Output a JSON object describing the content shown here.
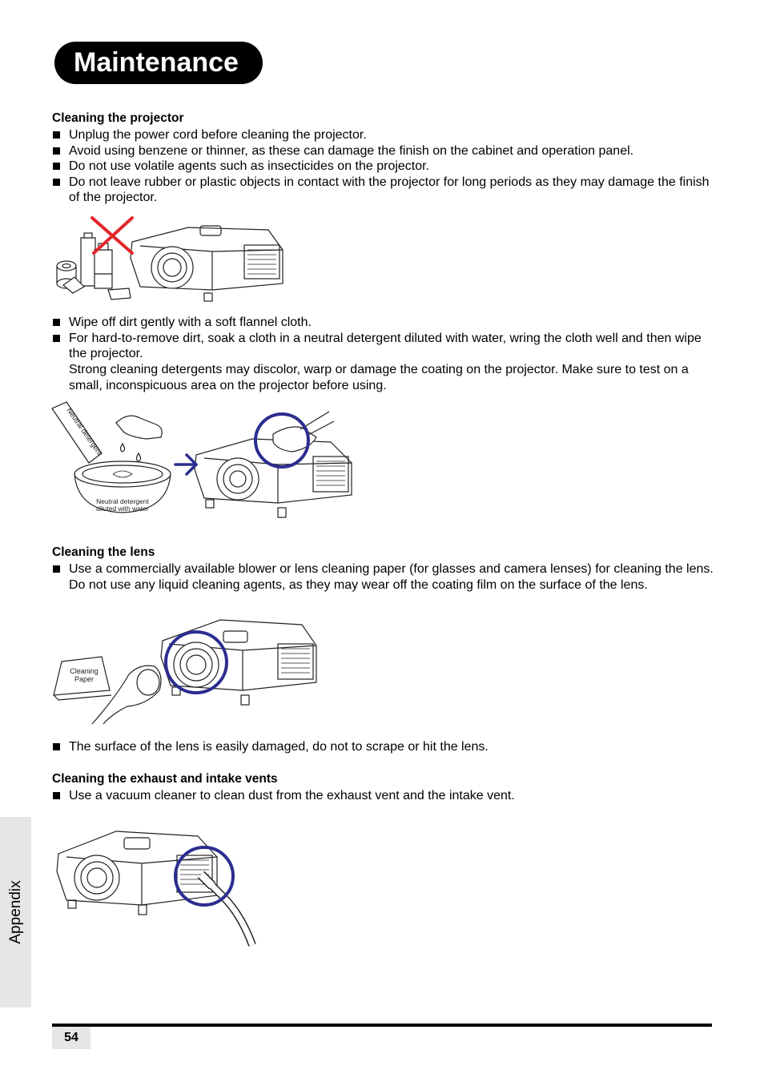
{
  "header": {
    "title": "Maintenance"
  },
  "sections": {
    "projector": {
      "heading": "Cleaning the projector",
      "bullets": [
        "Unplug the power cord before cleaning the projector.",
        "Avoid using benzene or thinner, as these can damage the finish on the cabinet and operation panel.",
        "Do not use volatile agents such as insecticides on the projector.",
        "Do not leave rubber or plastic objects in contact with the projector for long periods as they may damage the finish of the projector."
      ],
      "bullets2": [
        "Wipe off dirt gently with a soft flannel cloth.",
        "For hard-to-remove dirt, soak a cloth in a neutral detergent diluted with water, wring the cloth well and then wipe the projector."
      ],
      "note": "Strong cleaning detergents may discolor, warp or damage the coating on the projector. Make sure to test on a small, inconspicuous area on the projector before using.",
      "figure_labels": {
        "bottle": "Neutral detergent",
        "bowl_line1": "Neutral detergent",
        "bowl_line2": "diluted with water"
      }
    },
    "lens": {
      "heading": "Cleaning the lens",
      "bullets": [
        "Use a commercially available blower or lens cleaning paper (for glasses and camera lenses) for cleaning the lens. Do not use any liquid cleaning agents, as they may wear off the coating film on the surface of the lens."
      ],
      "figure_labels": {
        "paper_line1": "Cleaning",
        "paper_line2": "Paper"
      },
      "bullets2": [
        "The surface of the lens is easily damaged, do not to scrape or hit the lens."
      ]
    },
    "vents": {
      "heading": "Cleaning the exhaust and intake vents",
      "bullets": [
        "Use a vacuum cleaner to clean dust from the exhaust vent and the intake vent."
      ]
    }
  },
  "sidebar": {
    "label": "Appendix"
  },
  "footer": {
    "page_number": "54"
  },
  "colors": {
    "accent_circle": "#2b2d8f",
    "forbid_x": "#e3262b",
    "tab_gray": "#e6e6e6"
  }
}
